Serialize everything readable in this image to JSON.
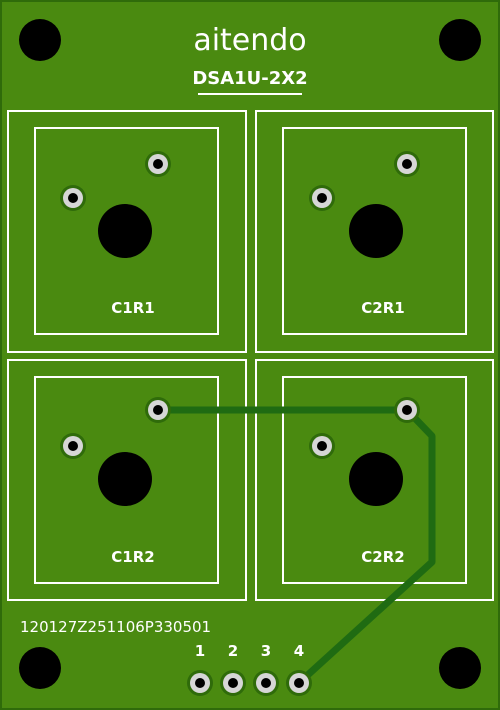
{
  "board": {
    "brand": "aitendo",
    "model": "DSA1U-2X2",
    "code": "120127Z251106P330501",
    "colors": {
      "substrate": "#4a8a10",
      "border": "#2f6b0a",
      "silkscreen": "#ffffff",
      "trace": "#1f6b12",
      "pad": "#d6d6d6",
      "hole": "#000000"
    }
  },
  "switches": [
    {
      "label": "C1R1"
    },
    {
      "label": "C2R1"
    },
    {
      "label": "C1R2"
    },
    {
      "label": "C2R2"
    }
  ],
  "header": {
    "pins": [
      "1",
      "2",
      "3",
      "4"
    ]
  }
}
